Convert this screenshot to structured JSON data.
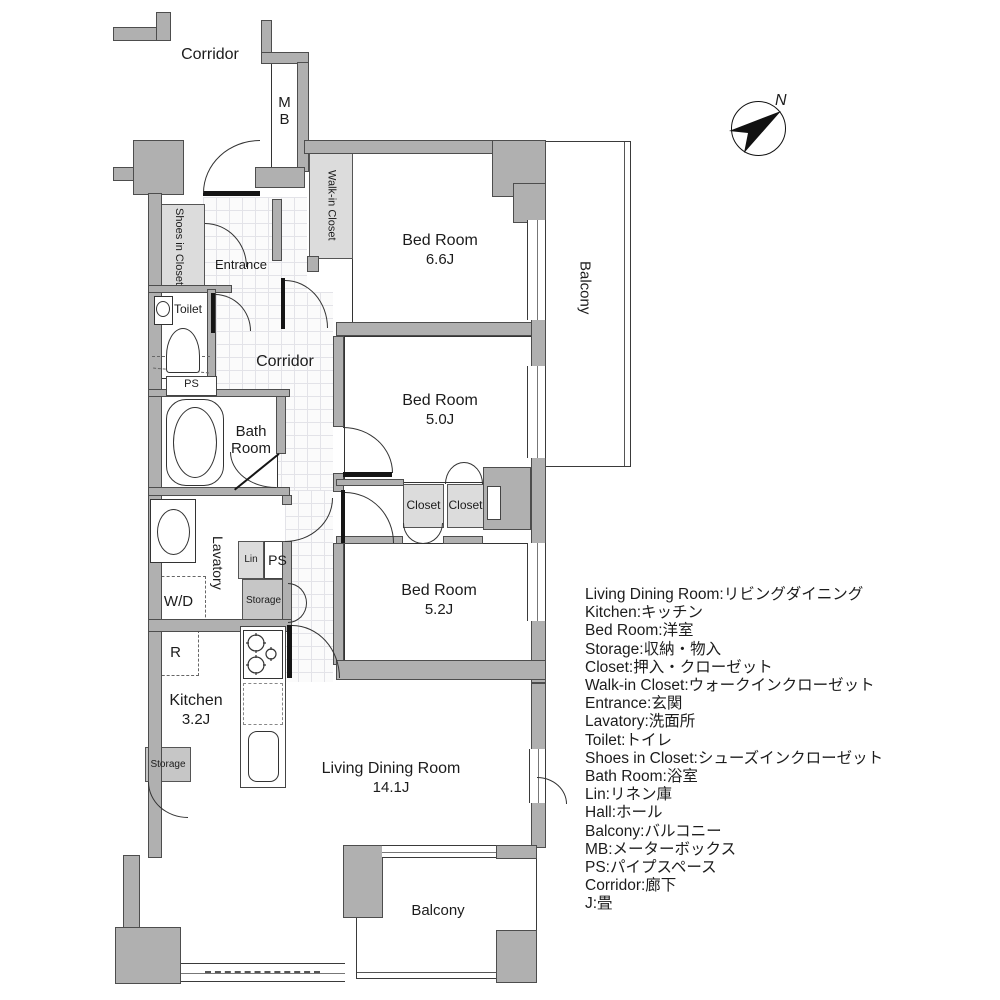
{
  "compass": {
    "north_label": "N"
  },
  "outside": {
    "corridor_label": "Corridor"
  },
  "rooms": {
    "mb_lines": [
      "M",
      "B"
    ],
    "bed1_name": "Bed Room",
    "bed1_size": "6.6J",
    "walk_in_closet": "Walk-in Closet",
    "shoes_in_closet": "Shoes in Closet",
    "entrance": "Entrance",
    "toilet": "Toilet",
    "ps_top": "PS",
    "corridor": "Corridor",
    "bath_line1": "Bath",
    "bath_line2": "Room",
    "bed2_name": "Bed Room",
    "bed2_size": "5.0J",
    "closet_left": "Closet",
    "closet_right": "Closet",
    "lavatory": "Lavatory",
    "lin": "Lin",
    "ps_mid": "PS",
    "storage_mid": "Storage",
    "wd": "W/D",
    "bed3_name": "Bed Room",
    "bed3_size": "5.2J",
    "r": "R",
    "kitchen_name": "Kitchen",
    "kitchen_size": "3.2J",
    "storage_kitchen": "Storage",
    "ldk_name": "Living Dining Room",
    "ldk_size": "14.1J",
    "balcony_right": "Balcony",
    "balcony_bottom": "Balcony"
  },
  "legend": [
    "Living Dining Room:リビングダイニング",
    "Kitchen:キッチン",
    "Bed Room:洋室",
    "Storage:収納・物入",
    "Closet:押入・クローゼット",
    "Walk-in Closet:ウォークインクローゼット",
    "Entrance:玄関",
    "Lavatory:洗面所",
    "Toilet:トイレ",
    "Shoes in Closet:シューズインクローゼット",
    "Bath Room:浴室",
    "Lin:リネン庫",
    "Hall:ホール",
    "Balcony:バルコニー",
    "MB:メーターボックス",
    "PS:パイプスペース",
    "Corridor:廊下",
    "J:畳"
  ],
  "colors": {
    "wall": "#b0b0b0",
    "wall_outline": "#4d4d4d",
    "closet_fill": "#dcdcdc",
    "storage_fill": "#c6c6c6",
    "tile_line": "#e3e3e8"
  }
}
